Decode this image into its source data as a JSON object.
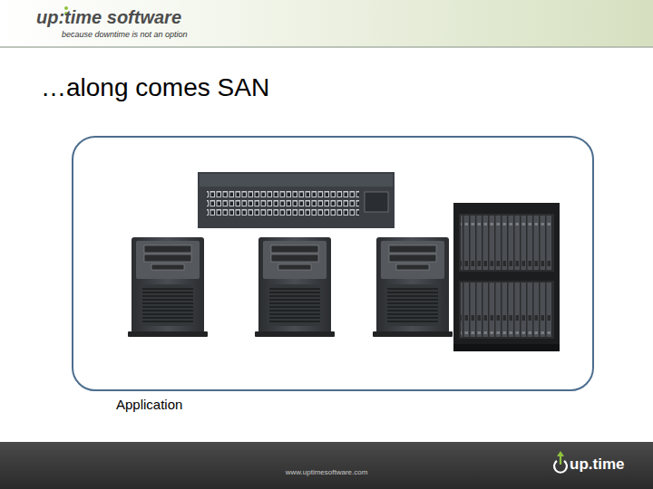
{
  "diagram": {
    "title": "…along comes SAN",
    "nodes": [
      {
        "text": [
          "Application"
        ]
      }
    ],
    "labels": [
      "up:time software",
      "because downtime is not an option",
      "www.uptimesoftware.com",
      "up.time"
    ]
  }
}
